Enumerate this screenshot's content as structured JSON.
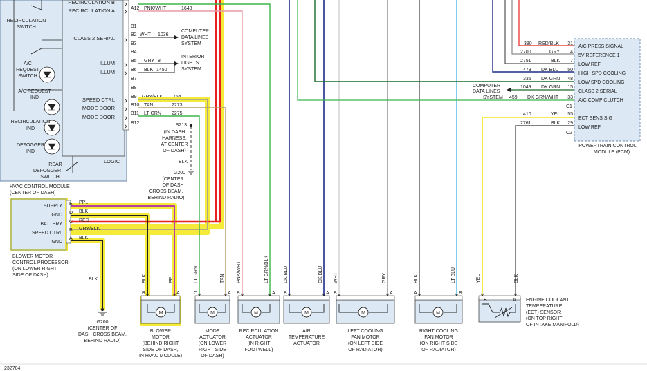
{
  "hvac": {
    "pins_left": [
      "RECIRCULATION B",
      "RECIRCULATION A",
      "CLASS 2 SERIAL",
      "ILLUM",
      "ILLUM",
      "SPEED CTRL",
      "MODE DOOR",
      "MODE DOOR",
      "LOGIC"
    ],
    "left_labels": [
      "RECIRCULATION",
      "SWITCH",
      "A/C",
      "REQUEST",
      "SWITCH",
      "A/C REQUEST",
      "IND",
      "RECIRCULATION",
      "IND",
      "DEFOGGER",
      "IND",
      "REAR",
      "DEFOGGER",
      "SWITCH"
    ],
    "module_name": [
      "HVAC CONTROL MODULE",
      "(CENTER OF DASH)"
    ],
    "pins": [
      "A12",
      "B1",
      "B2",
      "B3",
      "B4",
      "B5",
      "B6",
      "B7",
      "B8",
      "B9",
      "B10",
      "B11",
      "B12"
    ]
  },
  "hvac_wires": [
    {
      "pin": "A12",
      "color": "PNK/WHT",
      "circuit": "1648"
    },
    {
      "pin": "B2",
      "color": "WHT",
      "circuit": "1036"
    },
    {
      "pin": "B5",
      "color": "GRY",
      "circuit": "8"
    },
    {
      "pin": "B6",
      "color": "BLK",
      "circuit": "1450"
    },
    {
      "pin": "B9",
      "color": "GRY/BLK",
      "circuit": "754"
    },
    {
      "pin": "B10",
      "color": "TAN",
      "circuit": "2273"
    },
    {
      "pin": "B11",
      "color": "LT GRN",
      "circuit": "2275"
    }
  ],
  "computer_data_lines_left": [
    "COMPUTER",
    "DATA LINES",
    "SYSTEM"
  ],
  "interior_lights": [
    "INTERIOR",
    "LIGHTS",
    "SYSTEM"
  ],
  "splice": {
    "id": "S213",
    "desc": [
      "(IN DASH",
      "HARNESS,",
      "AT CENTER",
      "OF DASH)"
    ],
    "wire": "BLK"
  },
  "ground1": {
    "id": "G200",
    "desc": [
      "(CENTER",
      "OF DASH",
      "CROSS BEAM,",
      "BEHIND RADIO)"
    ]
  },
  "blower_proc": {
    "pins": [
      "SUPPLY",
      "GND",
      "BATTERY",
      "SPEED CTRL",
      "GND"
    ],
    "letters": [
      "E",
      "D",
      "C",
      "B",
      "A"
    ],
    "wires": [
      "PPL",
      "BLK",
      "RED",
      "GRY/BLK",
      "BLK"
    ],
    "name": [
      "BLOWER MOTOR",
      "CONTROL PROCESSOR",
      "(ON LOWER RIGHT",
      "SIDE OF DASH)"
    ],
    "gnd_wire": "BLK"
  },
  "ground2": {
    "id": "G200",
    "desc": [
      "(CENTER OF",
      "DASH CROSS BEAM,",
      "BEHIND RADIO)"
    ]
  },
  "pcm": {
    "pins": [
      "A/C PRESS SIGNAL",
      "5V REFERENCE 1",
      "LOW REF",
      "HIGH SPD COOLING",
      "LOW SPD COOLING",
      "CLASS 2 SERIAL",
      "A/C COMP CLUTCH",
      "ECT SENS SIG",
      "LOW REF"
    ],
    "name": [
      "POWERTRAIN CONTROL",
      "MODULE (PCM)"
    ],
    "connectors": [
      "C1",
      "C2"
    ]
  },
  "pcm_wires": [
    {
      "circuit": "380",
      "color": "RED/BLK",
      "pin": "31"
    },
    {
      "circuit": "2700",
      "color": "GRY",
      "pin": "4"
    },
    {
      "circuit": "2751",
      "color": "BLK",
      "pin": "7"
    },
    {
      "circuit": "473",
      "color": "DK BLU",
      "pin": "50"
    },
    {
      "circuit": "335",
      "color": "DK GRN",
      "pin": "48"
    },
    {
      "circuit": "1049",
      "color": "DK GRN",
      "pin": "15"
    },
    {
      "circuit": "459",
      "color": "DK GRN/WHT",
      "pin": "33"
    },
    {
      "circuit": "410",
      "color": "YEL",
      "pin": "55"
    },
    {
      "circuit": "2761",
      "color": "BLK",
      "pin": "29"
    }
  ],
  "computer_data_lines_right": [
    "COMPUTER",
    "DATA LINES",
    "SYSTEM"
  ],
  "motors": [
    {
      "name": [
        "BLOWER",
        "MOTOR",
        "(BEHIND RIGHT",
        "SIDE OF DASH,",
        "IN HVAC MODULE)"
      ],
      "wire_b": "BLK",
      "wire_a": "PPL",
      "pins": [
        "B",
        "A"
      ]
    },
    {
      "name": [
        "MODE",
        "ACTUATOR",
        "(ON LOWER",
        "RIGHT SIDE",
        "OF DASH)"
      ],
      "wire_b": "LT GRN",
      "wire_a": "TAN",
      "pins": [
        "C",
        "A"
      ]
    },
    {
      "name": [
        "RECIRCULATION",
        "ACTUATOR",
        "(IN RIGHT",
        "FOOTWELL)"
      ],
      "wire_b": "PNK/WHT",
      "wire_a": "LT GRN/BLK",
      "pins": [
        "B",
        "A"
      ]
    },
    {
      "name": [
        "AIR",
        "TEMPERATURE",
        "ACTUATOR"
      ],
      "wire_b": "DK BLU",
      "wire_a": "DK BLU",
      "pins": [
        "B",
        "A"
      ]
    },
    {
      "name": [
        "LEFT COOLING",
        "FAN MOTOR",
        "(ON LEFT SIDE",
        "OF RADIATOR)"
      ],
      "wire_b": "WHT",
      "wire_a": "GRY",
      "pins": [
        "B",
        "A"
      ]
    },
    {
      "name": [
        "RIGHT COOLING",
        "FAN MOTOR",
        "(ON RIGHT SIDE",
        "OF RADIATOR)"
      ],
      "wire_b": "BLK",
      "wire_a": "LT BLU",
      "pins": [
        "A",
        "B"
      ]
    }
  ],
  "ect": {
    "name": [
      "ENGINE COOLANT",
      "TEMPERATURE",
      "(ECT) SENSOR",
      "(ON TOP RIGHT",
      "OF INTAKE MANIFOLD)"
    ],
    "wire_b": "YEL",
    "wire_a": "BLK",
    "pins": [
      "B",
      "A"
    ]
  },
  "motor_symbol": "M",
  "fig_id": "232704",
  "colors": {
    "red": "#e8231f",
    "yellow": "#f5e93a",
    "pink": "#e89aa6",
    "green": "#3bb54a",
    "blue": "#1d2c8a",
    "gray": "#8a8a8a",
    "tan": "#b89a6a"
  }
}
